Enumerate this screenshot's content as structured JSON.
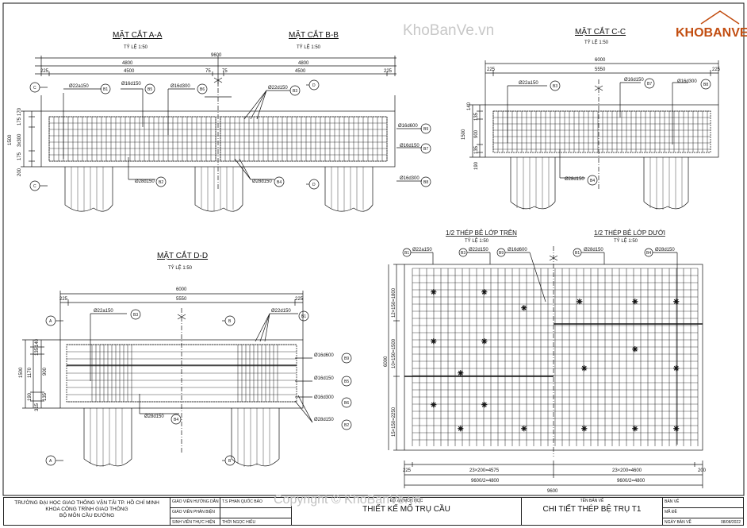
{
  "watermarks": {
    "top": "KhoBanVe.vn",
    "bottom": "Copyright © KhoBanVe.vn",
    "logo": "KHOBANVE"
  },
  "views": {
    "a": {
      "title": "MẶT CẮT A-A",
      "scale": "TỶ LỆ 1:50"
    },
    "b": {
      "title": "MẶT CẮT B-B",
      "scale": "TỶ LỆ 1:50"
    },
    "c": {
      "title": "MẶT CẮT C-C",
      "scale": "TỶ LỆ 1:50"
    },
    "d": {
      "title": "MẶT CẮT D-D",
      "scale": "TỶ LỆ 1:50"
    },
    "top": {
      "title": "1/2 THÉP BẺ LỚP TRÊN",
      "scale": "TỶ LỆ 1:50"
    },
    "bottom": {
      "title": "1/2 THÉP BẺ LỚP DƯỚI",
      "scale": "TỶ LỆ 1:50"
    }
  },
  "dims_ab": {
    "total": "9600",
    "left": "4800",
    "right": "4800",
    "l_edge": "225",
    "l_mid": "4500",
    "c1": "75",
    "c2": "75",
    "r_mid": "4500",
    "r_edge": "225",
    "vert": [
      "170",
      "175",
      "1500",
      "3x300",
      "175",
      "200"
    ]
  },
  "dims_c": {
    "total": "6000",
    "edge_l": "225",
    "mid": "5550",
    "edge_r": "225",
    "vert": [
      "140",
      "135",
      "1500",
      "900",
      "135",
      "190"
    ]
  },
  "dims_d": {
    "total": "6000",
    "edge_l": "225",
    "mid": "5550",
    "edge_r": "225",
    "vert": [
      "140",
      "135",
      "1500",
      "1170",
      "900",
      "135",
      "190",
      "315"
    ]
  },
  "dims_plan": {
    "e1": "225",
    "s1": "23×200=4575",
    "s2": "23×200=4600",
    "e2": "200",
    "h1": "9600/2=4800",
    "h2": "9600/2=4800",
    "total": "9600",
    "height": "6000",
    "v1": "12×150=1800",
    "v2": "10×150=1500",
    "v3": "15×150=2250"
  },
  "bars": {
    "b1": "Ø22a150",
    "b2": "Ø28d150",
    "b3": "Ø22d150",
    "b4": "Ø28d150",
    "b5": "Ø16d150",
    "b6": "Ø16d300",
    "b7": "Ø16d150",
    "b8": "Ø16d300",
    "b9": "Ø16d600"
  },
  "tags": {
    "b1": "B1",
    "b2": "B2",
    "b3": "B3",
    "b4": "B4",
    "b5": "B5",
    "b6": "B6",
    "b7": "B7",
    "b8": "B8",
    "b9": "B9"
  },
  "section_marks": {
    "a": "A",
    "b": "B",
    "c": "C",
    "d": "D"
  },
  "titleblock": {
    "uni1": "TRƯỜNG ĐẠI HỌC GIAO THÔNG VẬN TẢI TP. HỒ CHÍ MINH",
    "uni2": "KHOA CÔNG TRÌNH GIAO THÔNG",
    "uni3": "BỘ MÔN CẦU ĐƯỜNG",
    "r1l": "GIÁO VIÊN HƯỚNG DẪN",
    "r1v": "T.S PHAN QUỐC BẢO",
    "r2l": "GIÁO VIÊN PHẢN BIỆN",
    "r2v": "",
    "r3l": "SINH VIÊN THỰC HIỆN",
    "r3v": "THỚI NGỌC HIẾU",
    "project_hdr": "ĐỒ ÁN MÔN HỌC",
    "project": "THIẾT KẾ MỐ TRỤ CẦU",
    "sheet_hdr": "TÊN BẢN VẼ",
    "sheet": "CHI TIẾT THÉP BỆ TRỤ T1",
    "k1": "BẢN VẼ",
    "k2": "MÃ ĐỀ",
    "k3": "NGÀY BẢN VẼ",
    "date": "08/08/2022"
  }
}
